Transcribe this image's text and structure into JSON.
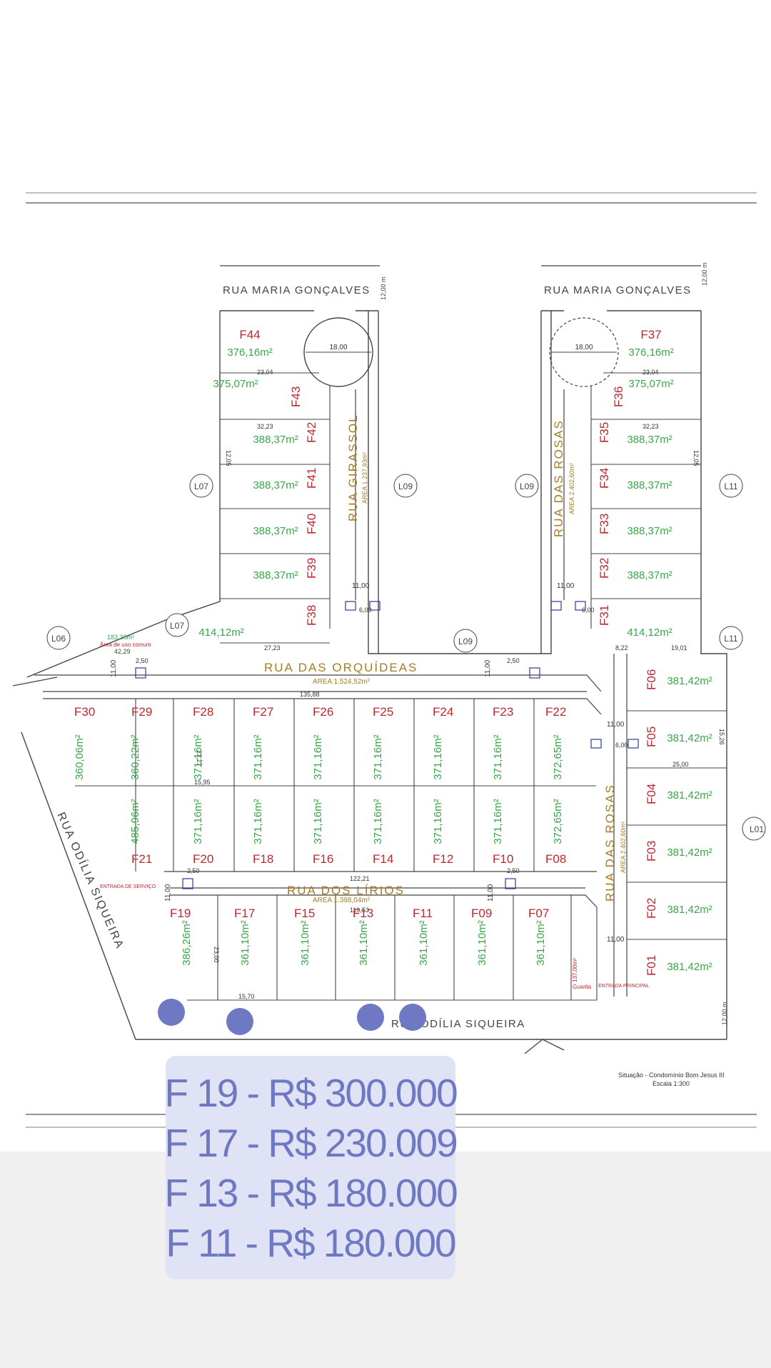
{
  "streets": {
    "maria_left": "RUA MARIA GONÇALVES",
    "maria_right": "RUA MARIA GONÇALVES",
    "girassol": "RUA GIRASSOL",
    "girassol_area": "AREA 1.237,93m²",
    "rosas_top": "RUA DAS ROSAS",
    "rosas_top_area": "AREA 2.402,60m²",
    "orquideas": "RUA DAS ORQUÍDEAS",
    "orquideas_area": "AREA 1.524,52m²",
    "rosas_right": "RUA DAS ROSAS",
    "rosas_right_area": "AREA 2.402,60m²",
    "lirios": "RUA DOS LÍRIOS",
    "lirios_area": "AREA 1.398,04m²",
    "odilia_left": "RUA ODÍLIA SIQUEIRA",
    "odilia_bottom": "RUA ODÍLIA SIQUEIRA"
  },
  "neighbors": [
    "L07",
    "L09",
    "L09",
    "L11",
    "L06",
    "L07",
    "L09",
    "L11",
    "L01"
  ],
  "dimensions": {
    "width_12_top_left": "12,00 m",
    "width_12_top_right": "12,00 m",
    "width_12_bottom": "12,00 m",
    "cul_de_sac": "18,00",
    "street_11": "11,00",
    "sidewalk_6": "6,00",
    "sidewalk_25": "2,50",
    "orq_length": "135,88",
    "lirios_length_top": "122,21",
    "lirios_length_bottom": "119,53"
  },
  "common_area": {
    "value": "183,30m²",
    "label": "Área de uso comum",
    "dim": "42,29"
  },
  "entrances": {
    "servico": "ENTRADA DE SERVIÇO",
    "principal": "ENTRADA PRINCIPAL",
    "guardhouse": "Guarita",
    "guardhouse_area": "137,00m²"
  },
  "lots": [
    {
      "id": "F44",
      "area": "376,16m²"
    },
    {
      "id": "F43",
      "area": "375,07m²"
    },
    {
      "id": "F42",
      "area": "388,37m²"
    },
    {
      "id": "F41",
      "area": "388,37m²"
    },
    {
      "id": "F40",
      "area": "388,37m²"
    },
    {
      "id": "F39",
      "area": "388,37m²"
    },
    {
      "id": "F38",
      "area": "414,12m²"
    },
    {
      "id": "F37",
      "area": "376,16m²"
    },
    {
      "id": "F36",
      "area": "375,07m²"
    },
    {
      "id": "F35",
      "area": "388,37m²"
    },
    {
      "id": "F34",
      "area": "388,37m²"
    },
    {
      "id": "F33",
      "area": "388,37m²"
    },
    {
      "id": "F32",
      "area": "388,37m²"
    },
    {
      "id": "F31",
      "area": "414,12m²"
    },
    {
      "id": "F30",
      "area": "360,06m²"
    },
    {
      "id": "F29",
      "area": "360,22m²"
    },
    {
      "id": "F28",
      "area": "371,16m²"
    },
    {
      "id": "F27",
      "area": "371,16m²"
    },
    {
      "id": "F26",
      "area": "371,16m²"
    },
    {
      "id": "F25",
      "area": "371,16m²"
    },
    {
      "id": "F24",
      "area": "371,16m²"
    },
    {
      "id": "F23",
      "area": "371,16m²"
    },
    {
      "id": "F22",
      "area": "372,65m²"
    },
    {
      "id": "F21",
      "area": "485,96m²"
    },
    {
      "id": "F20",
      "area": "371,16m²"
    },
    {
      "id": "F18",
      "area": "371,16m²"
    },
    {
      "id": "F16",
      "area": "371,16m²"
    },
    {
      "id": "F14",
      "area": "371,16m²"
    },
    {
      "id": "F12",
      "area": "371,16m²"
    },
    {
      "id": "F10",
      "area": "371,16m²"
    },
    {
      "id": "F08",
      "area": "372,65m²"
    },
    {
      "id": "F19",
      "area": "386,26m²"
    },
    {
      "id": "F17",
      "area": "361,10m²"
    },
    {
      "id": "F15",
      "area": "361,10m²"
    },
    {
      "id": "F13",
      "area": "361,10m²"
    },
    {
      "id": "F11",
      "area": "361,10m²"
    },
    {
      "id": "F09",
      "area": "361,10m²"
    },
    {
      "id": "F07",
      "area": "361,10m²"
    },
    {
      "id": "F06",
      "area": "381,42m²"
    },
    {
      "id": "F05",
      "area": "381,42m²"
    },
    {
      "id": "F04",
      "area": "381,42m²"
    },
    {
      "id": "F03",
      "area": "381,42m²"
    },
    {
      "id": "F02",
      "area": "381,42m²"
    },
    {
      "id": "F01",
      "area": "381,42m²"
    }
  ],
  "lot_dims": {
    "left_col_width": "32,23",
    "left_col_depth": "12,05",
    "top_width_f44": "23,04",
    "top_width_f37": "23,04",
    "mid_depth": "23,27",
    "mid_width": "15,95",
    "low_depth": "23,00",
    "low_width": "15,70",
    "right_depth": "15,26",
    "right_width": "25,00",
    "f38_width": "27,23",
    "f31_width": "19,01",
    "f31_side": "8,22"
  },
  "footer_note": {
    "line1": "Situação - Condomínio Bom Jesus III",
    "line2": "Escala 1:300"
  },
  "markers": [
    "F19",
    "F17",
    "F13",
    "F11"
  ],
  "prices": [
    {
      "lot": "F 19",
      "text": "F 19 - R$ 300.000"
    },
    {
      "lot": "F 17",
      "text": "F 17 - R$ 230.009"
    },
    {
      "lot": "F 13",
      "text": "F 13 - R$ 180.000"
    },
    {
      "lot": "F 11",
      "text": "F 11 - R$ 180.000"
    }
  ],
  "colors": {
    "lot_id": "#c0272d",
    "lot_area": "#3aa64a",
    "street_label": "#a77d25",
    "lines": "#444444",
    "marker": "#6f78c2",
    "price_text": "#6f78c2",
    "price_panel": "#dfe3f5"
  }
}
